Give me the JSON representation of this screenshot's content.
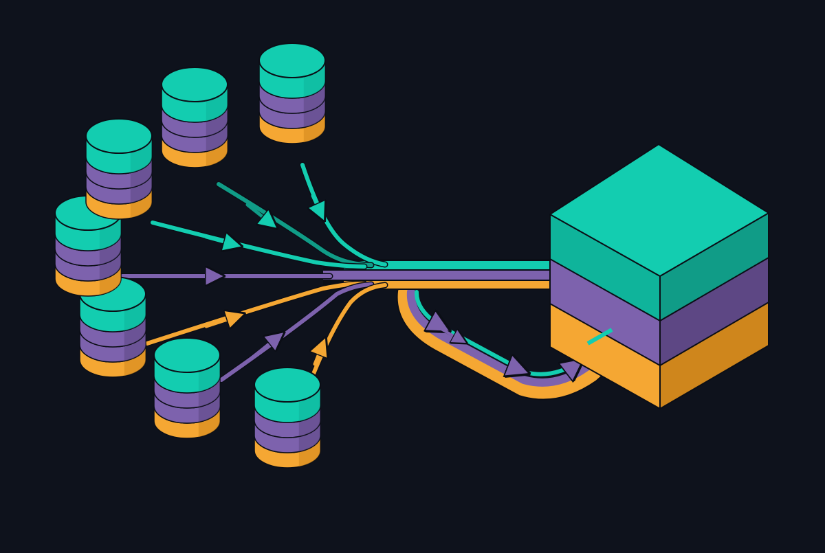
{
  "colors": {
    "background": "#0e121c",
    "outline": "#0b0e16",
    "teal": "#13cdb0",
    "teal_dark": "#109c87",
    "teal_side": "#0fb49b",
    "purple": "#7d62ad",
    "purple_dark": "#5d4784",
    "orange": "#f5a733",
    "orange_dark": "#cf861c"
  },
  "diagram": {
    "description_free": true,
    "sources": [
      {
        "id": "source-1"
      },
      {
        "id": "source-2"
      },
      {
        "id": "source-3"
      },
      {
        "id": "source-4"
      },
      {
        "id": "source-5"
      },
      {
        "id": "source-6"
      },
      {
        "id": "source-7"
      },
      {
        "id": "source-8"
      }
    ],
    "channels": [
      "teal",
      "purple",
      "orange"
    ],
    "destination": {
      "layers": [
        "teal",
        "purple",
        "orange"
      ]
    },
    "feedback_loop": {
      "layers": [
        "orange",
        "purple",
        "teal"
      ]
    }
  }
}
